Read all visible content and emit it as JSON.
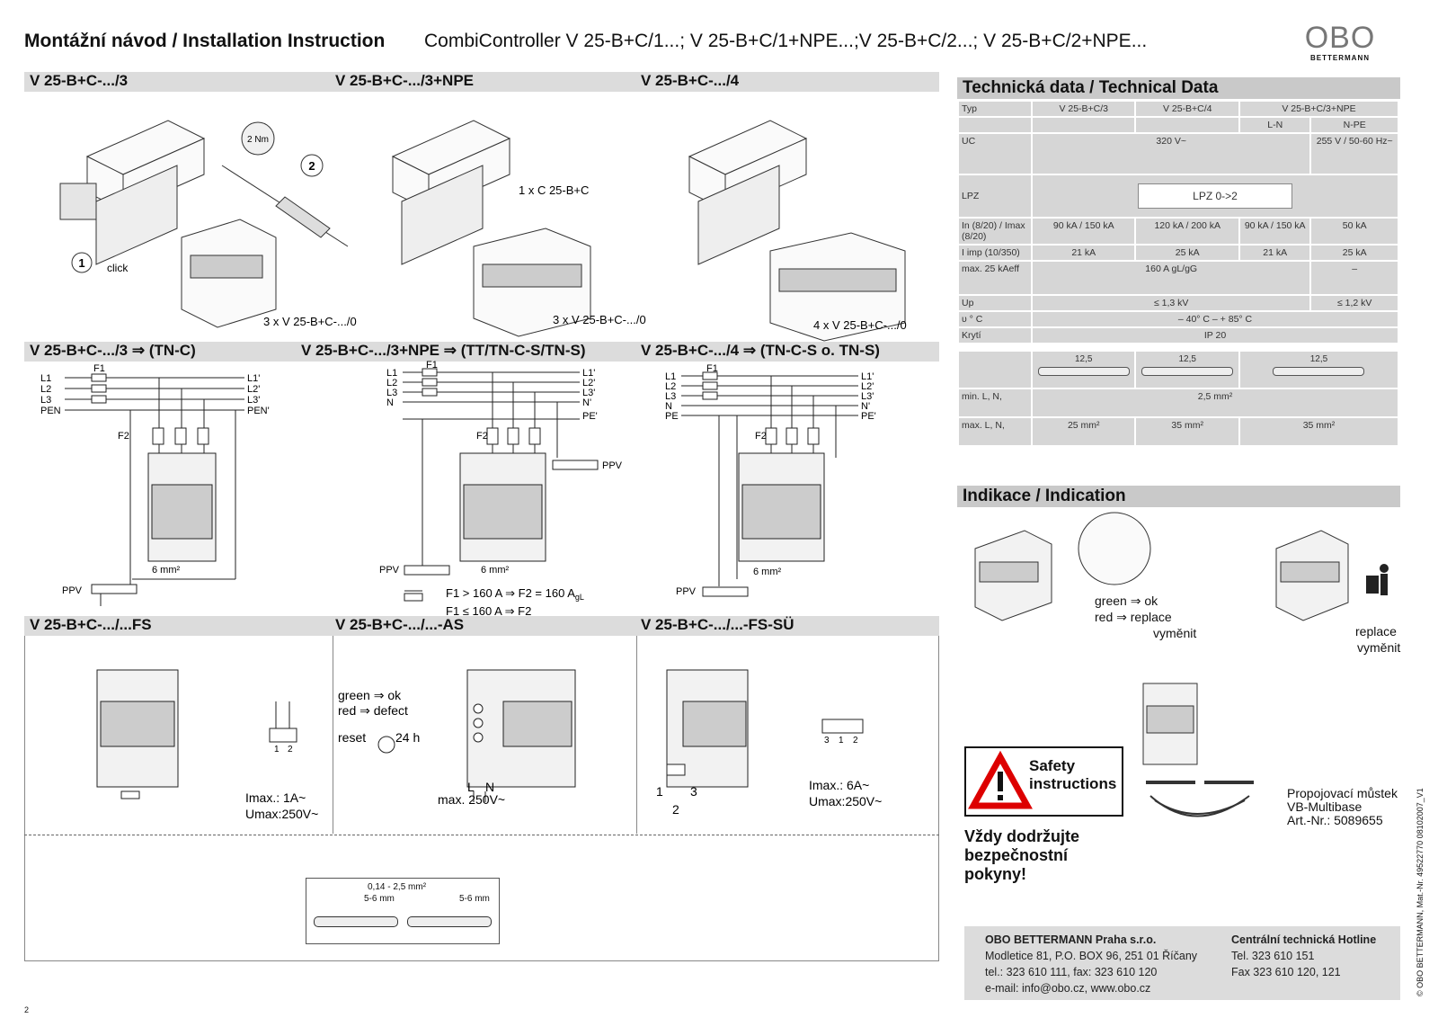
{
  "header": {
    "title_bold": "Montážní návod / Installation Instruction",
    "title_rest": "CombiController V 25-B+C/1...; V 25-B+C/1+NPE...;V 25-B+C/2...; V 25-B+C/2+NPE...",
    "logo_text": "OBO",
    "logo_sub": "BETTERMANN"
  },
  "sections": {
    "s1": "V 25-B+C-.../3",
    "s2": "V 25-B+C-.../3+NPE",
    "s3": "V 25-B+C-.../4",
    "w1": "V 25-B+C-.../3 ⇒ (TN-C)",
    "w2": "V 25-B+C-.../3+NPE ⇒ (TT/TN-C-S/TN-S)",
    "w3": "V 25-B+C-.../4 ⇒ (TN-C-S o. TN-S)",
    "f1": "V 25-B+C-.../...FS",
    "f2": "V 25-B+C-.../...-AS",
    "f3": "V 25-B+C-.../...-FS-SÜ",
    "tech": "Technická data / Technical Data",
    "ind": "Indikace / Indication"
  },
  "mount": {
    "torque": "2 Nm",
    "step1": "1",
    "step2": "2",
    "click": "click",
    "c1": "3 x V 25-B+C-.../0",
    "c2_top": "1 x C 25-B+C",
    "c2": "3 x V 25-B+C-.../0",
    "c3": "4 x V 25-B+C-.../0"
  },
  "wiring": {
    "w1": {
      "lines": [
        "L1",
        "L2",
        "L3",
        "PEN"
      ],
      "outs": [
        "L1'",
        "L2'",
        "L3'",
        "PEN'"
      ],
      "f1": "F1",
      "f2": "F2",
      "mm": "6 mm²",
      "ppv": "PPV"
    },
    "w2": {
      "lines": [
        "L1",
        "L2",
        "L3",
        "N"
      ],
      "outs": [
        "L1'",
        "L2'",
        "L3'",
        "N'",
        "PE'"
      ],
      "f1": "F1",
      "f2": "F2",
      "mm": "6 mm²",
      "ppv": "PPV",
      "ppv2": "PPV",
      "rule1": "F1 >  160 A ⇒  F2 = 160 A",
      "rule1_sub": "gL",
      "rule2": "F1 ≤  160 A ⇒  F2"
    },
    "w3": {
      "lines": [
        "L1",
        "L2",
        "L3",
        "N",
        "PE"
      ],
      "outs": [
        "L1'",
        "L2'",
        "L3'",
        "N'",
        "PE'"
      ],
      "f1": "F1",
      "f2": "F2",
      "mm": "6 mm²",
      "ppv": "PPV"
    }
  },
  "fs": {
    "imax": "Imax.: 1A~",
    "umax": "Umax:250V~",
    "pins": [
      "1",
      "2"
    ]
  },
  "as": {
    "green": "green ⇒ ok",
    "red": "red     ⇒ defect",
    "reset": "reset",
    "reset_time": "24 h",
    "l": "L",
    "n": "N",
    "umax": "max. 250V~"
  },
  "fssu": {
    "imax": "Imax.: 6A~",
    "umax": "Umax:250V~",
    "pins": [
      "3",
      "1",
      "2"
    ],
    "n1": "1",
    "n2": "2",
    "n3": "3"
  },
  "wire_strip": {
    "cross": "0,14 - 2,5 mm²",
    "len1": "5-6  mm",
    "len2": "5-6 mm"
  },
  "tech": {
    "head": [
      "Typ",
      "V 25-B+C/3",
      "V 25-B+C/4",
      "V 25-B+C/3+NPE"
    ],
    "sub": [
      "L-N",
      "N-PE"
    ],
    "uc_label": "UC",
    "uc_val": "320 V~",
    "uc_npe": "255 V / 50-60 Hz~",
    "lpz_label": "LPZ",
    "lpz_val": "LPZ 0->2",
    "in_label": "In (8/20) / Imax (8/20)",
    "in_vals": [
      "90 kA / 150 kA",
      "120 kA / 200 kA",
      "90 kA / 150 kA",
      "50 kA"
    ],
    "imp_label": "I imp (10/350)",
    "imp_vals": [
      "21 kA",
      "25 kA",
      "21 kA",
      "25 kA"
    ],
    "max_label": "max. 25 kAeff",
    "max_val": "160 A gL/gG",
    "max_npe": "–",
    "up_label": "Up",
    "up_val": "≤ 1,3 kV",
    "up_npe": "≤ 1,2 kV",
    "t_label": "υ ° C",
    "t_val": "– 40° C – + 85° C",
    "kryti_label": "Krytí",
    "kryti_val": "IP 20",
    "strip": "12,5",
    "min_label": "min. L, N,",
    "min_val": "2,5 mm²",
    "maxw_label": "max. L, N,",
    "maxw_vals": [
      "25 mm²",
      "35 mm²",
      "35 mm²"
    ]
  },
  "indication": {
    "green": "green ⇒ ok",
    "red": "red     ⇒ replace",
    "red2": "vyměnit",
    "replace": "replace",
    "replace2": "vyměnit"
  },
  "safety": {
    "title": "Safety instructions",
    "cz": [
      "Vždy dodržujte",
      "bezpečnostní",
      "pokyny!"
    ]
  },
  "bridge": {
    "l1": "Propojovací můstek",
    "l2": "VB-Multibase",
    "l3": "Art.-Nr.: 5089655"
  },
  "footer": {
    "company": "OBO BETTERMANN Praha s.r.o.",
    "addr": "Modletice 81, P.O. BOX 96, 251 01 Říčany",
    "tel": "tel.: 323 610 111, fax: 323 610 120",
    "mail": "e-mail: info@obo.cz, www.obo.cz",
    "hot": "Centrální technická Hotline",
    "htel": "Tel. 323 610 151",
    "hfax": "Fax 323 610 120, 121"
  },
  "side": "© OBO BETTERMANN,  Mat.-Nr. 49522770 08102007_V1",
  "page": "2"
}
